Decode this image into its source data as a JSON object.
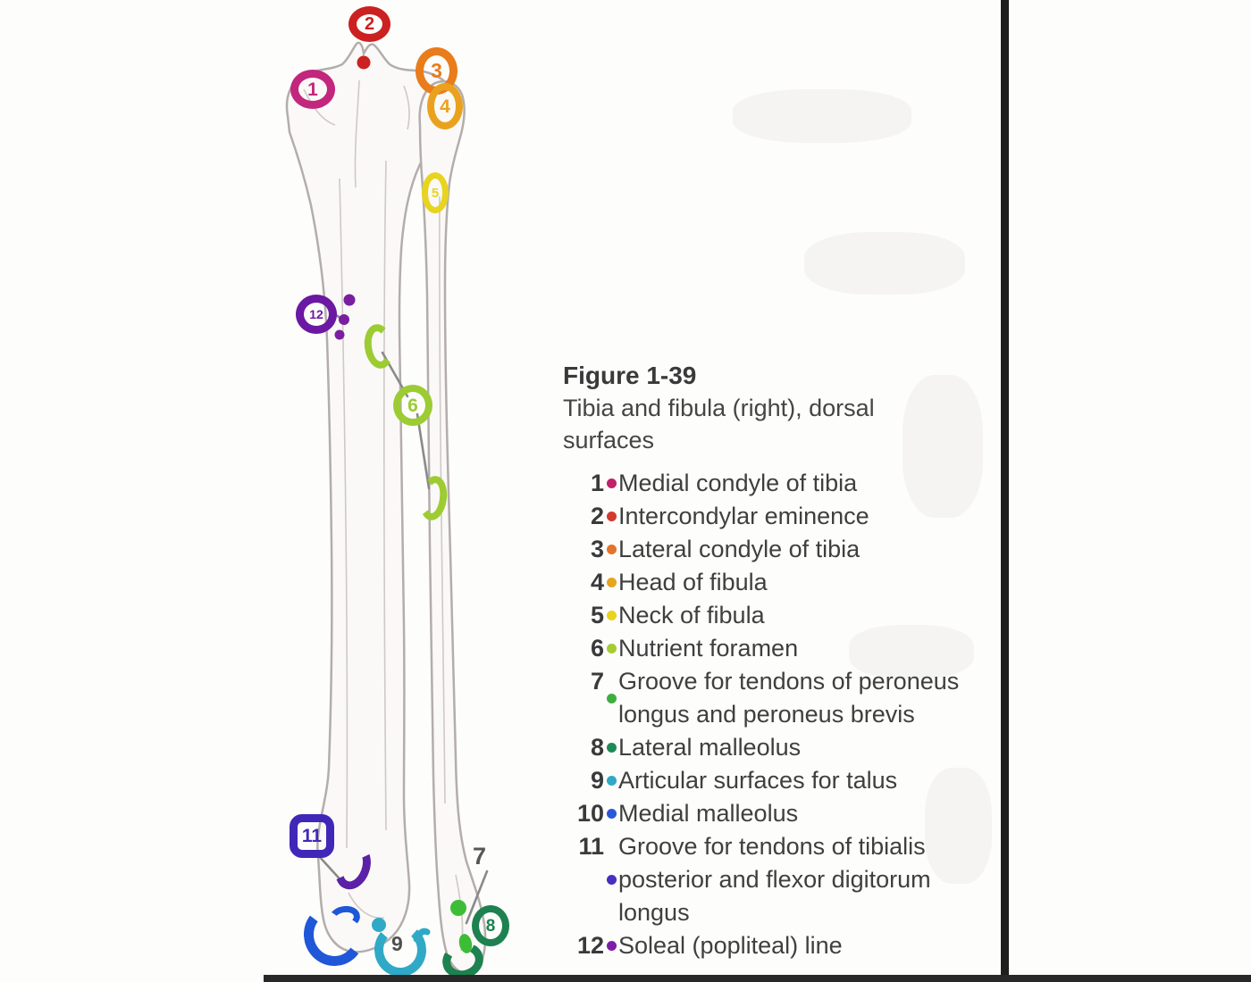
{
  "figure": {
    "title": "Figure 1-39",
    "subtitle_line1": "Tibia and fibula (right), dorsal",
    "subtitle_line2": "surfaces"
  },
  "legend": {
    "items": [
      {
        "num": "1",
        "bullet_color": "#c2206a",
        "line1": "Medial condyle of tibia"
      },
      {
        "num": "2",
        "bullet_color": "#d23a2e",
        "line1": "Intercondylar eminence"
      },
      {
        "num": "3",
        "bullet_color": "#e4742a",
        "line1": "Lateral condyle of tibia"
      },
      {
        "num": "4",
        "bullet_color": "#e6a41f",
        "line1": "Head of fibula"
      },
      {
        "num": "5",
        "bullet_color": "#e9d31d",
        "line1": "Neck of fibula"
      },
      {
        "num": "6",
        "bullet_color": "#a5cc33",
        "line1": "Nutrient foramen"
      },
      {
        "num": "7",
        "bullet_color": "#3fae3f",
        "line1": "Groove for tendons of peroneus",
        "line2": "longus and peroneus brevis"
      },
      {
        "num": "8",
        "bullet_color": "#1e8a56",
        "line1": "Lateral malleolus"
      },
      {
        "num": "9",
        "bullet_color": "#2fa9c6",
        "line1": "Articular surfaces for talus"
      },
      {
        "num": "10",
        "bullet_color": "#2a58d8",
        "line1": "Medial malleolus"
      },
      {
        "num": "11",
        "bullet_color": "#4a2ec2",
        "line1": "Groove for tendons of tibialis",
        "line2": "posterior and flexor digitorum",
        "line3": "longus"
      },
      {
        "num": "12",
        "bullet_color": "#7c1fa8",
        "line1": "Soleal (popliteal) line"
      }
    ]
  },
  "markers": {
    "m1": {
      "num": "1",
      "color": "#c2267d"
    },
    "m2": {
      "num": "2",
      "color": "#cc2121"
    },
    "m3": {
      "num": "3",
      "color": "#e97c1b"
    },
    "m4": {
      "num": "4",
      "color": "#eaa21e"
    },
    "m5": {
      "num": "5",
      "color": "#e8d31f"
    },
    "m6": {
      "num": "6",
      "color": "#9ccc32"
    },
    "m7": {
      "num": "7",
      "color": "#3dbd35",
      "label_color": "#565656"
    },
    "m8": {
      "num": "8",
      "color": "#1d8150"
    },
    "m9": {
      "num": "9",
      "color": "#2fa9c6",
      "digit_color": "#4f4f4f"
    },
    "m10": {
      "color": "#1f57d8"
    },
    "m11": {
      "num": "11",
      "color": "#4127b8",
      "arc_color": "#5b21a6"
    },
    "m12": {
      "num": "12",
      "color": "#6b18a2",
      "dot_color": "#7a1fa0"
    }
  },
  "artwork": {
    "bone_outline_color": "#b3adab",
    "bone_fill_color": "#faf9f7",
    "leader_line_color": "#8a8a8a",
    "red_dot_color": "#cc2121",
    "page_edge_color": "#1f1f1f"
  }
}
